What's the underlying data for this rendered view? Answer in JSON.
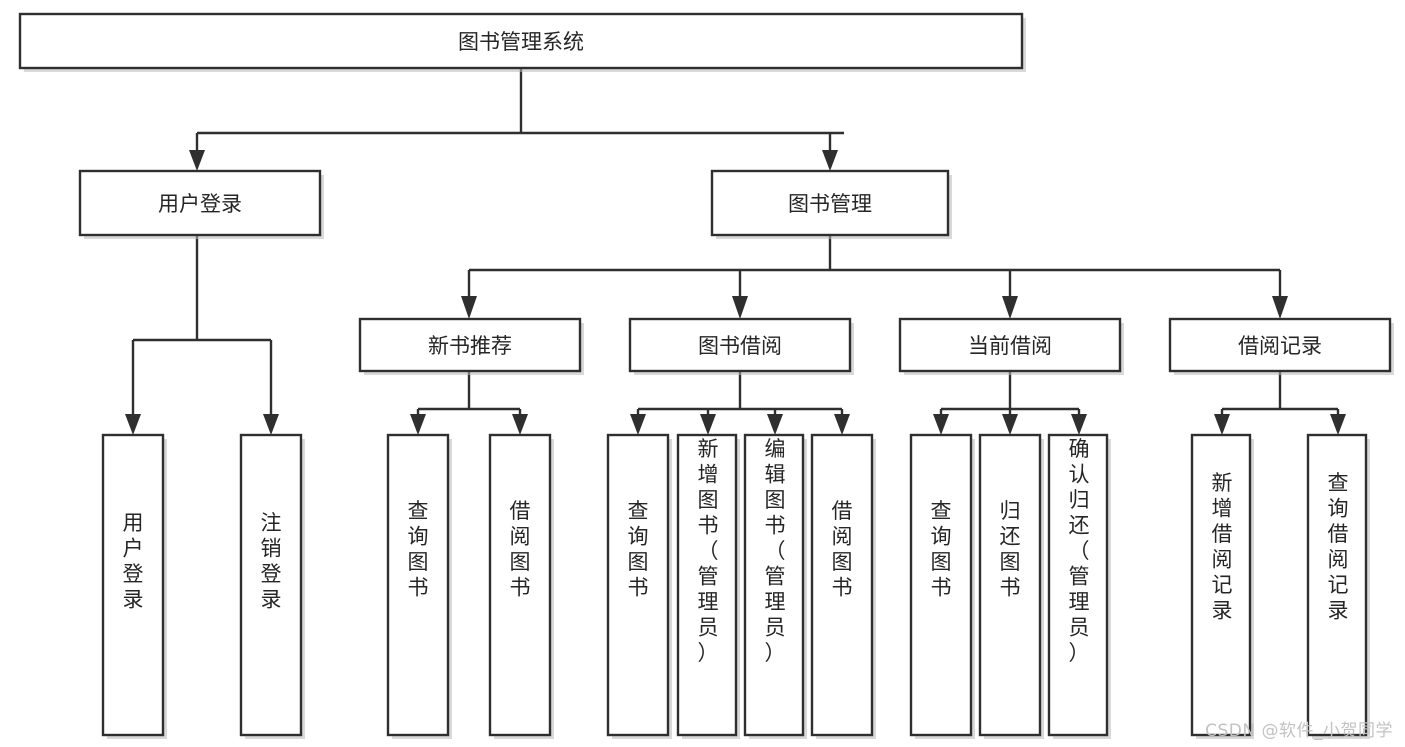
{
  "diagram": {
    "type": "tree-flowchart",
    "title": "图书管理系统",
    "orientation": "top-down",
    "background_color": "#ffffff",
    "box_fill_color": "#ffffff",
    "box_border_color": "#2f2f2f",
    "text_color": "#262626",
    "nodes": {
      "root": {
        "label": "图书管理系统",
        "level": 0,
        "orientation": "horizontal"
      },
      "l1_user_login": {
        "label": "用户登录",
        "level": 1,
        "orientation": "horizontal"
      },
      "l1_book_manage": {
        "label": "图书管理",
        "level": 1,
        "orientation": "horizontal"
      },
      "l2_new_book": {
        "label": "新书推荐",
        "level": 2,
        "orientation": "horizontal"
      },
      "l2_borrow": {
        "label": "图书借阅",
        "level": 2,
        "orientation": "horizontal"
      },
      "l2_current": {
        "label": "当前借阅",
        "level": 2,
        "orientation": "horizontal"
      },
      "l2_records": {
        "label": "借阅记录",
        "level": 2,
        "orientation": "horizontal"
      },
      "leaf_user_login": {
        "label": "用户登录",
        "level": 3,
        "orientation": "vertical"
      },
      "leaf_user_logout": {
        "label": "注销登录",
        "level": 3,
        "orientation": "vertical"
      },
      "leaf_query_book_1": {
        "label": "查询图书",
        "level": 3,
        "orientation": "vertical"
      },
      "leaf_borrow_book_1": {
        "label": "借阅图书",
        "level": 3,
        "orientation": "vertical"
      },
      "leaf_query_book_2": {
        "label": "查询图书",
        "level": 3,
        "orientation": "vertical"
      },
      "leaf_add_book": {
        "label": "新增图书（管理员）",
        "level": 3,
        "orientation": "vertical"
      },
      "leaf_edit_book": {
        "label": "编辑图书（管理员）",
        "level": 3,
        "orientation": "vertical"
      },
      "leaf_borrow_book_2": {
        "label": "借阅图书",
        "level": 3,
        "orientation": "vertical"
      },
      "leaf_query_book_3": {
        "label": "查询图书",
        "level": 3,
        "orientation": "vertical"
      },
      "leaf_return_book": {
        "label": "归还图书",
        "level": 3,
        "orientation": "vertical"
      },
      "leaf_confirm_return": {
        "label": "确认归还（管理员）",
        "level": 3,
        "orientation": "vertical"
      },
      "leaf_add_record": {
        "label": "新增借阅记录",
        "level": 3,
        "orientation": "vertical"
      },
      "leaf_query_record": {
        "label": "查询借阅记录",
        "level": 3,
        "orientation": "vertical"
      }
    },
    "edges": [
      {
        "from": "root",
        "to": "l1_user_login"
      },
      {
        "from": "root",
        "to": "l1_book_manage"
      },
      {
        "from": "l1_user_login",
        "to": "leaf_user_login"
      },
      {
        "from": "l1_user_login",
        "to": "leaf_user_logout"
      },
      {
        "from": "l1_book_manage",
        "to": "l2_new_book"
      },
      {
        "from": "l1_book_manage",
        "to": "l2_borrow"
      },
      {
        "from": "l1_book_manage",
        "to": "l2_current"
      },
      {
        "from": "l1_book_manage",
        "to": "l2_records"
      },
      {
        "from": "l2_new_book",
        "to": "leaf_query_book_1"
      },
      {
        "from": "l2_new_book",
        "to": "leaf_borrow_book_1"
      },
      {
        "from": "l2_borrow",
        "to": "leaf_query_book_2"
      },
      {
        "from": "l2_borrow",
        "to": "leaf_add_book"
      },
      {
        "from": "l2_borrow",
        "to": "leaf_edit_book"
      },
      {
        "from": "l2_borrow",
        "to": "leaf_borrow_book_2"
      },
      {
        "from": "l2_current",
        "to": "leaf_query_book_3"
      },
      {
        "from": "l2_current",
        "to": "leaf_return_book"
      },
      {
        "from": "l2_current",
        "to": "leaf_confirm_return"
      },
      {
        "from": "l2_records",
        "to": "leaf_add_record"
      },
      {
        "from": "l2_records",
        "to": "leaf_query_record"
      }
    ]
  },
  "watermark": {
    "text": "CSDN @软件_小贺同学"
  }
}
